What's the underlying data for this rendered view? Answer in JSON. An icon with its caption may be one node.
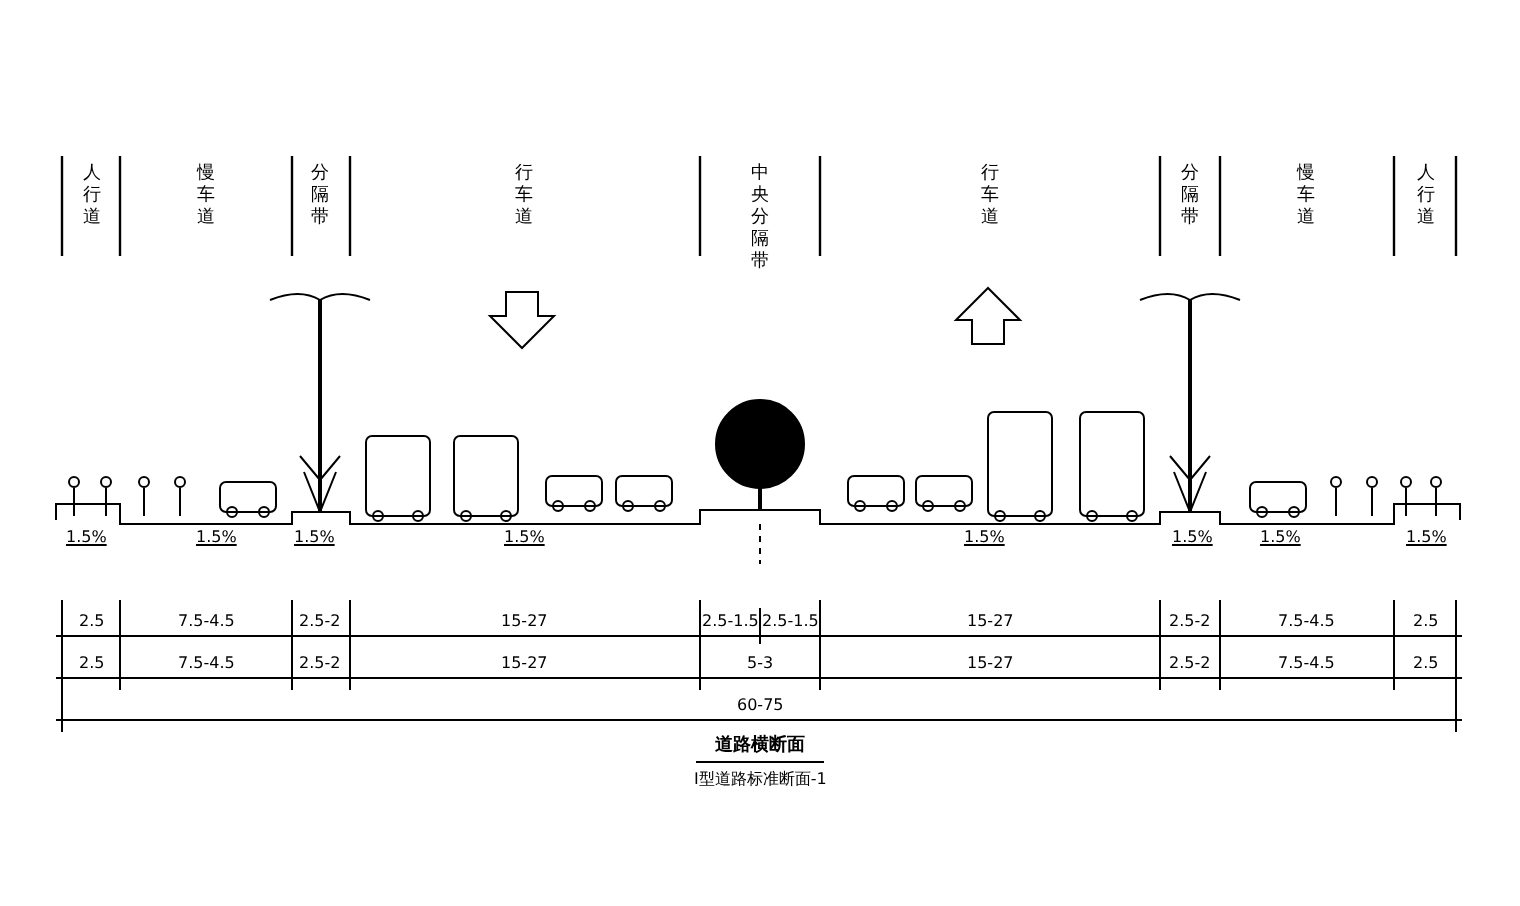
{
  "diagram": {
    "title": "道路横断面",
    "labels": [
      "人行道",
      "慢车道",
      "分隔带",
      "行车道",
      "中央分隔带",
      "行车道",
      "分隔带",
      "慢车道",
      "人行道",
      "1.5%",
      "1.5%",
      "1.5%",
      "1.5%",
      "1.5%",
      "1.5%",
      "1.5%",
      "1.5%",
      "2.5",
      "7.5-4.5",
      "2.5-2",
      "15-27",
      "2.5-1.5",
      "2.5-1.5",
      "15-27",
      "2.5-2",
      "7.5-4.5",
      "2.5",
      "2.5",
      "7.5-4.5",
      "2.5-2",
      "15-27",
      "5-3",
      "15-27",
      "2.5-2",
      "7.5-4.5",
      "2.5",
      "60-75",
      "I型道路标准断面-1"
    ]
  }
}
